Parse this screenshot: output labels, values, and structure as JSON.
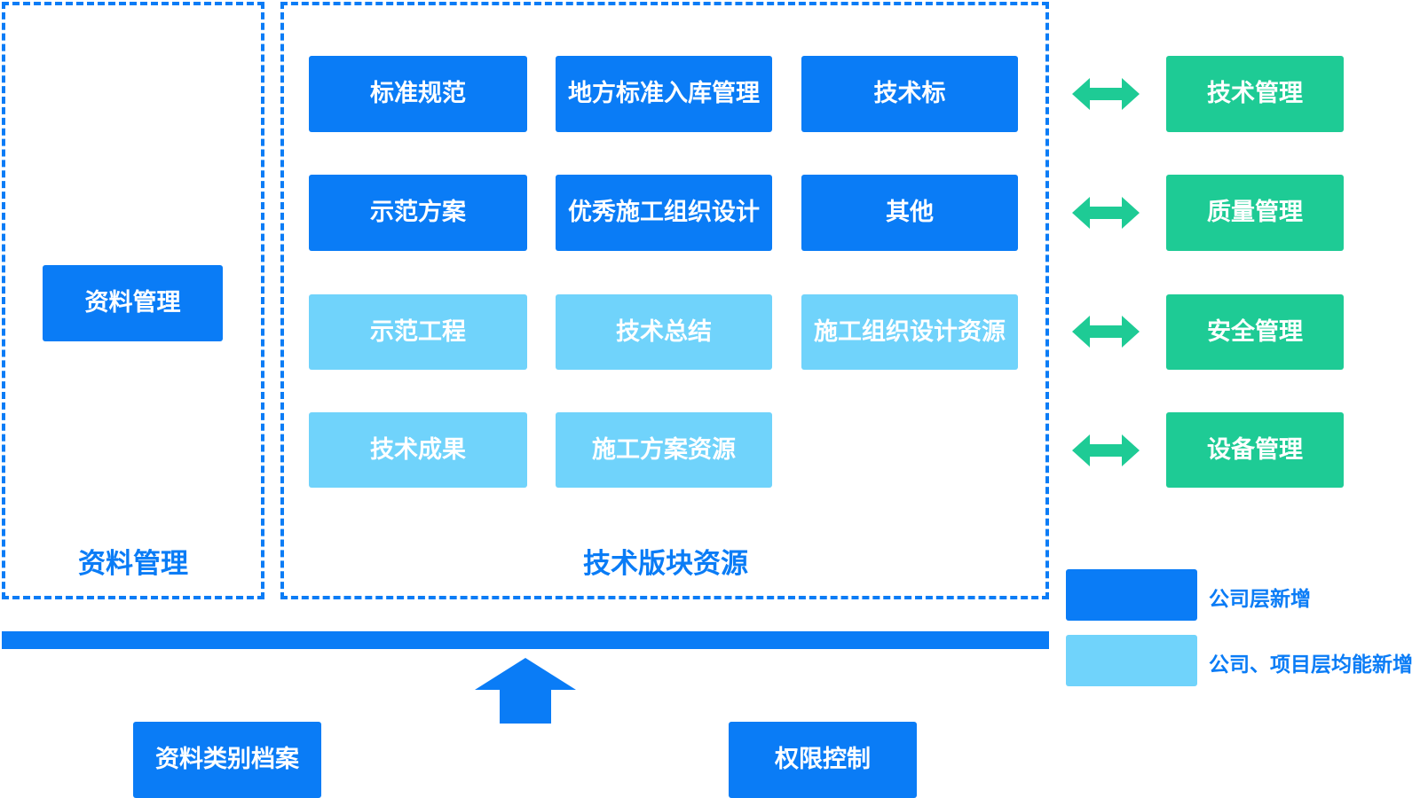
{
  "left_panel": {
    "title": "资料管理",
    "box": "资料管理"
  },
  "tech_panel": {
    "title": "技术版块资源",
    "dark_boxes": [
      "标准规范",
      "地方标准入库管理",
      "技术标",
      "示范方案",
      "优秀施工组织设计",
      "其他"
    ],
    "light_boxes": [
      "示范工程",
      "技术总结",
      "施工组织设计资源",
      "技术成果",
      "施工方案资源"
    ]
  },
  "management": [
    "技术管理",
    "质量管理",
    "安全管理",
    "设备管理"
  ],
  "bottom": {
    "archive": "资料类别档案",
    "permission": "权限控制"
  },
  "legend": {
    "company": "公司层新增",
    "company_project": "公司、项目层均能新增"
  },
  "colors": {
    "dark_blue": "#0a7cf6",
    "light_blue": "#70d3fb",
    "green": "#1ecb95"
  },
  "icons": {
    "double_arrow": "double-headed-arrow-icon",
    "up_arrow": "up-arrow-icon"
  }
}
